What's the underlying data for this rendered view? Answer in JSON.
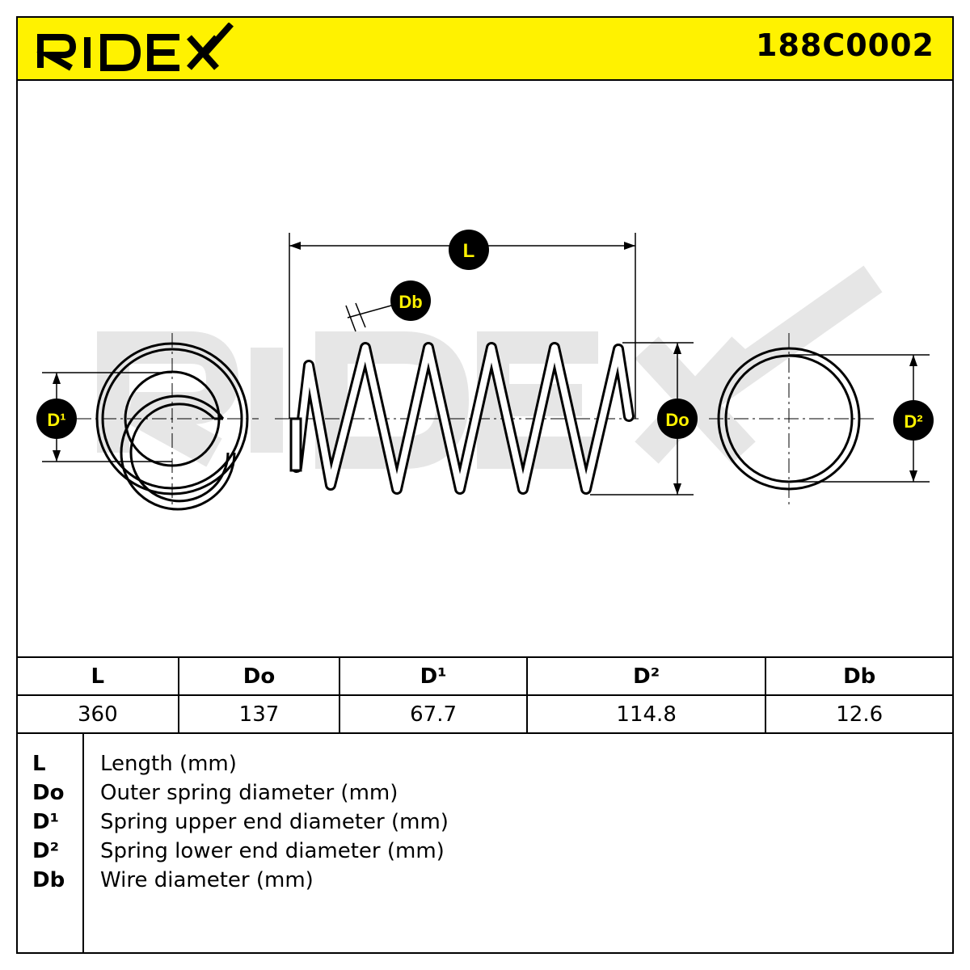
{
  "brand": {
    "name": "RIDEX",
    "accent_color": "#FFF200"
  },
  "part_number": "188C0002",
  "drawing": {
    "labels": {
      "L": "L",
      "Do": "Do",
      "D1": "D¹",
      "D2": "D²",
      "Db": "Db"
    }
  },
  "table": {
    "headers": [
      "L",
      "Do",
      "D¹",
      "D²",
      "Db"
    ],
    "values": [
      "360",
      "137",
      "67.7",
      "114.8",
      "12.6"
    ]
  },
  "legend": [
    {
      "symbol": "L",
      "description": "Length (mm)"
    },
    {
      "symbol": "Do",
      "description": "Outer spring diameter (mm)"
    },
    {
      "symbol": "D¹",
      "description": "Spring upper end diameter (mm)"
    },
    {
      "symbol": "D²",
      "description": "Spring lower end diameter (mm)"
    },
    {
      "symbol": "Db",
      "description": "Wire diameter (mm)"
    }
  ]
}
